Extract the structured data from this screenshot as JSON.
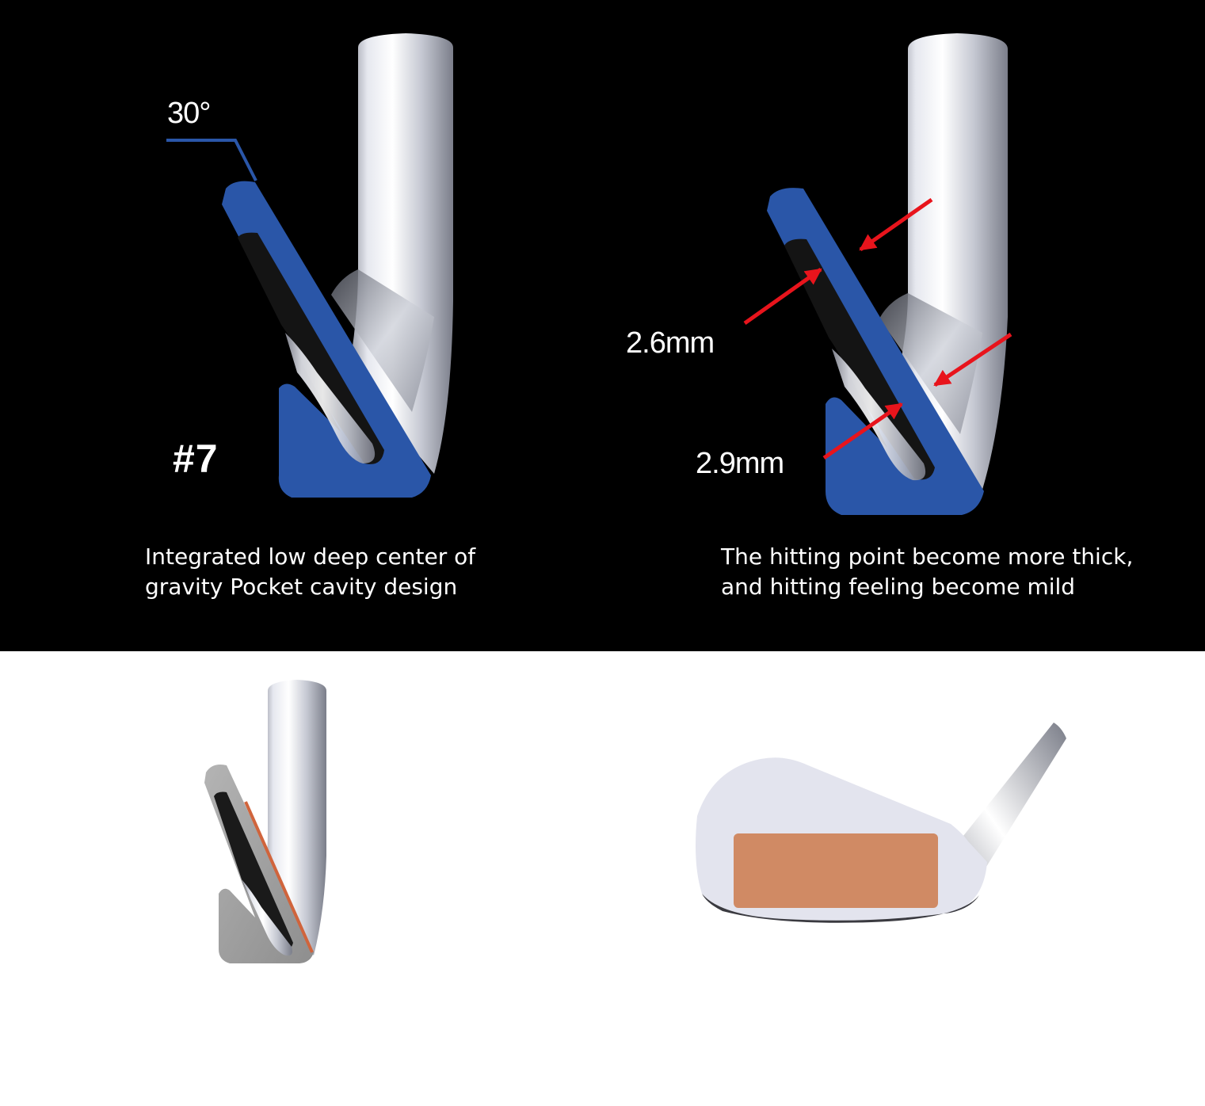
{
  "top_left": {
    "angle_label": "30°",
    "club_number": "#7",
    "caption": "Integrated low deep center of\ngravity Pocket cavity design"
  },
  "top_right": {
    "thickness_upper": "2.6mm",
    "thickness_lower": "2.9mm",
    "caption": "The hitting point become more thick,\nand hitting feeling become mild"
  },
  "colors": {
    "background_top": "#000000",
    "background_bottom": "#ffffff",
    "highlight_blue": "#2a56a8",
    "arrow_red": "#e8141c",
    "copper_insert": "#d08a64",
    "metal": "#d6d8e0"
  }
}
